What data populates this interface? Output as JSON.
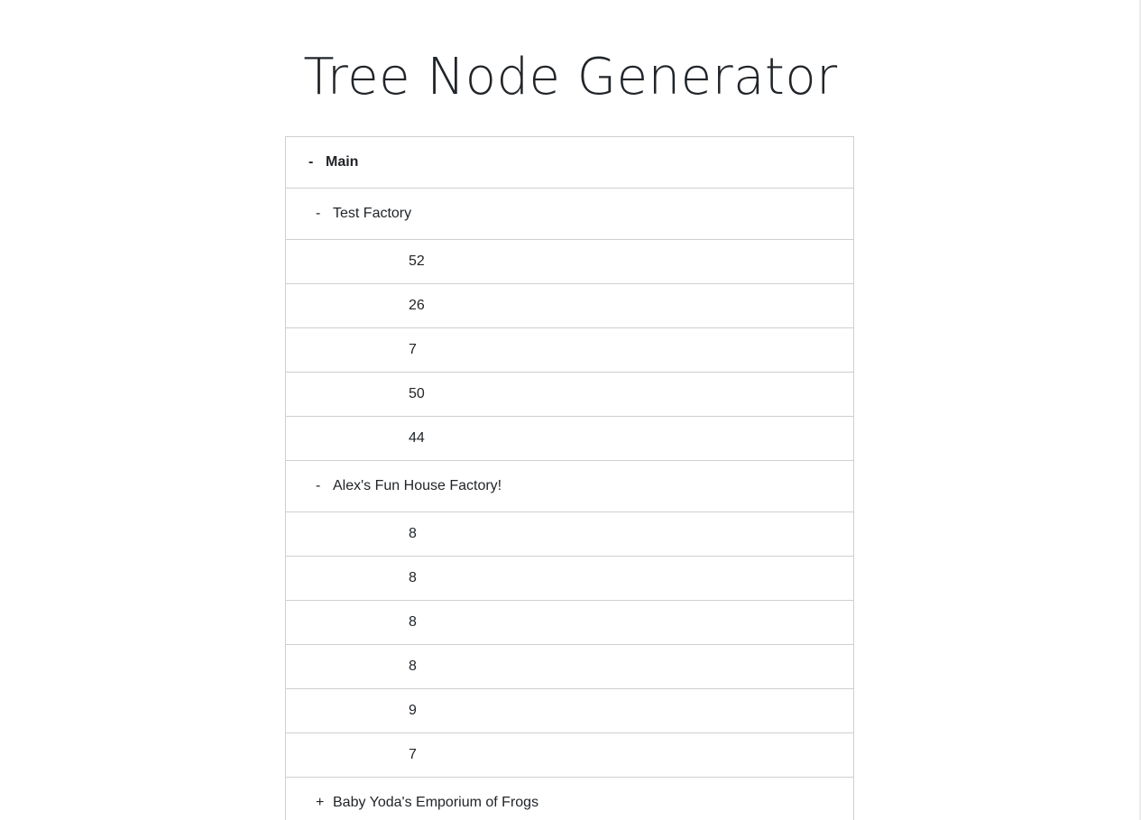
{
  "page": {
    "title": "Tree Node Generator"
  },
  "tree": {
    "root": {
      "toggle": "-",
      "label": "Main"
    },
    "factories": [
      {
        "toggle": "-",
        "name": "Test Factory",
        "children": [
          "52",
          "26",
          "7",
          "50",
          "44"
        ]
      },
      {
        "toggle": "-",
        "name": "Alex's Fun House Factory!",
        "children": [
          "8",
          "8",
          "8",
          "8",
          "9",
          "7"
        ]
      },
      {
        "toggle": "+",
        "name": "Baby Yoda's Emporium of Frogs",
        "children": []
      }
    ]
  },
  "colors": {
    "text": "#212529",
    "border": "#cfcfcf",
    "background": "#ffffff"
  }
}
